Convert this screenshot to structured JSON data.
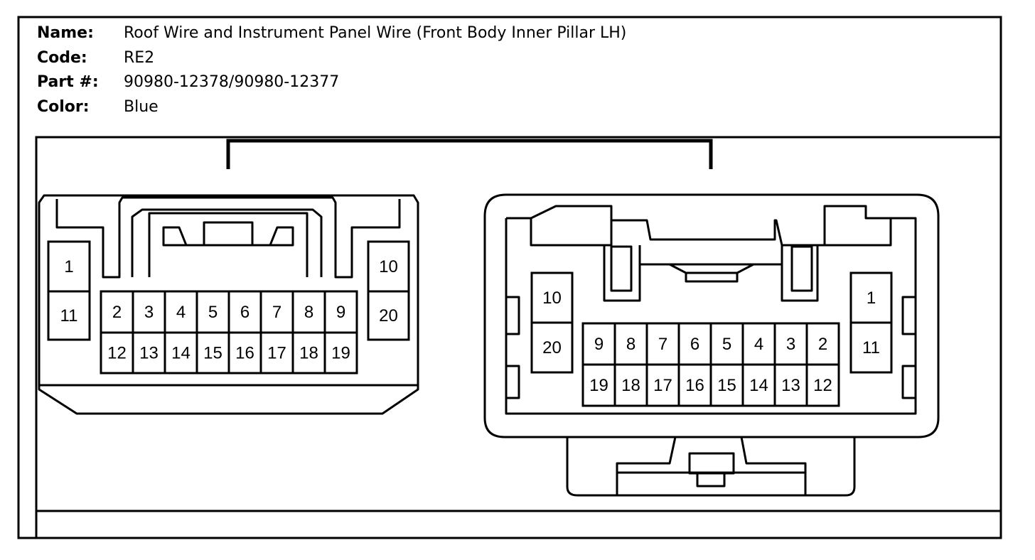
{
  "connector_info": {
    "name_label": "Name:",
    "name_value": "Roof Wire and Instrument Panel Wire (Front Body Inner Pillar LH)",
    "code_label": "Code:",
    "code_value": "RE2",
    "part_label": "Part #:",
    "part_value": "90980-12378/90980-12377",
    "color_label": "Color:",
    "color_value": "Blue"
  },
  "left_connector": {
    "pins": [
      "1",
      "2",
      "3",
      "4",
      "5",
      "6",
      "7",
      "8",
      "9",
      "10",
      "11",
      "12",
      "13",
      "14",
      "15",
      "16",
      "17",
      "18",
      "19",
      "20"
    ]
  },
  "right_connector": {
    "pins": [
      "1",
      "2",
      "3",
      "4",
      "5",
      "6",
      "7",
      "8",
      "9",
      "10",
      "11",
      "12",
      "13",
      "14",
      "15",
      "16",
      "17",
      "18",
      "19",
      "20"
    ]
  }
}
